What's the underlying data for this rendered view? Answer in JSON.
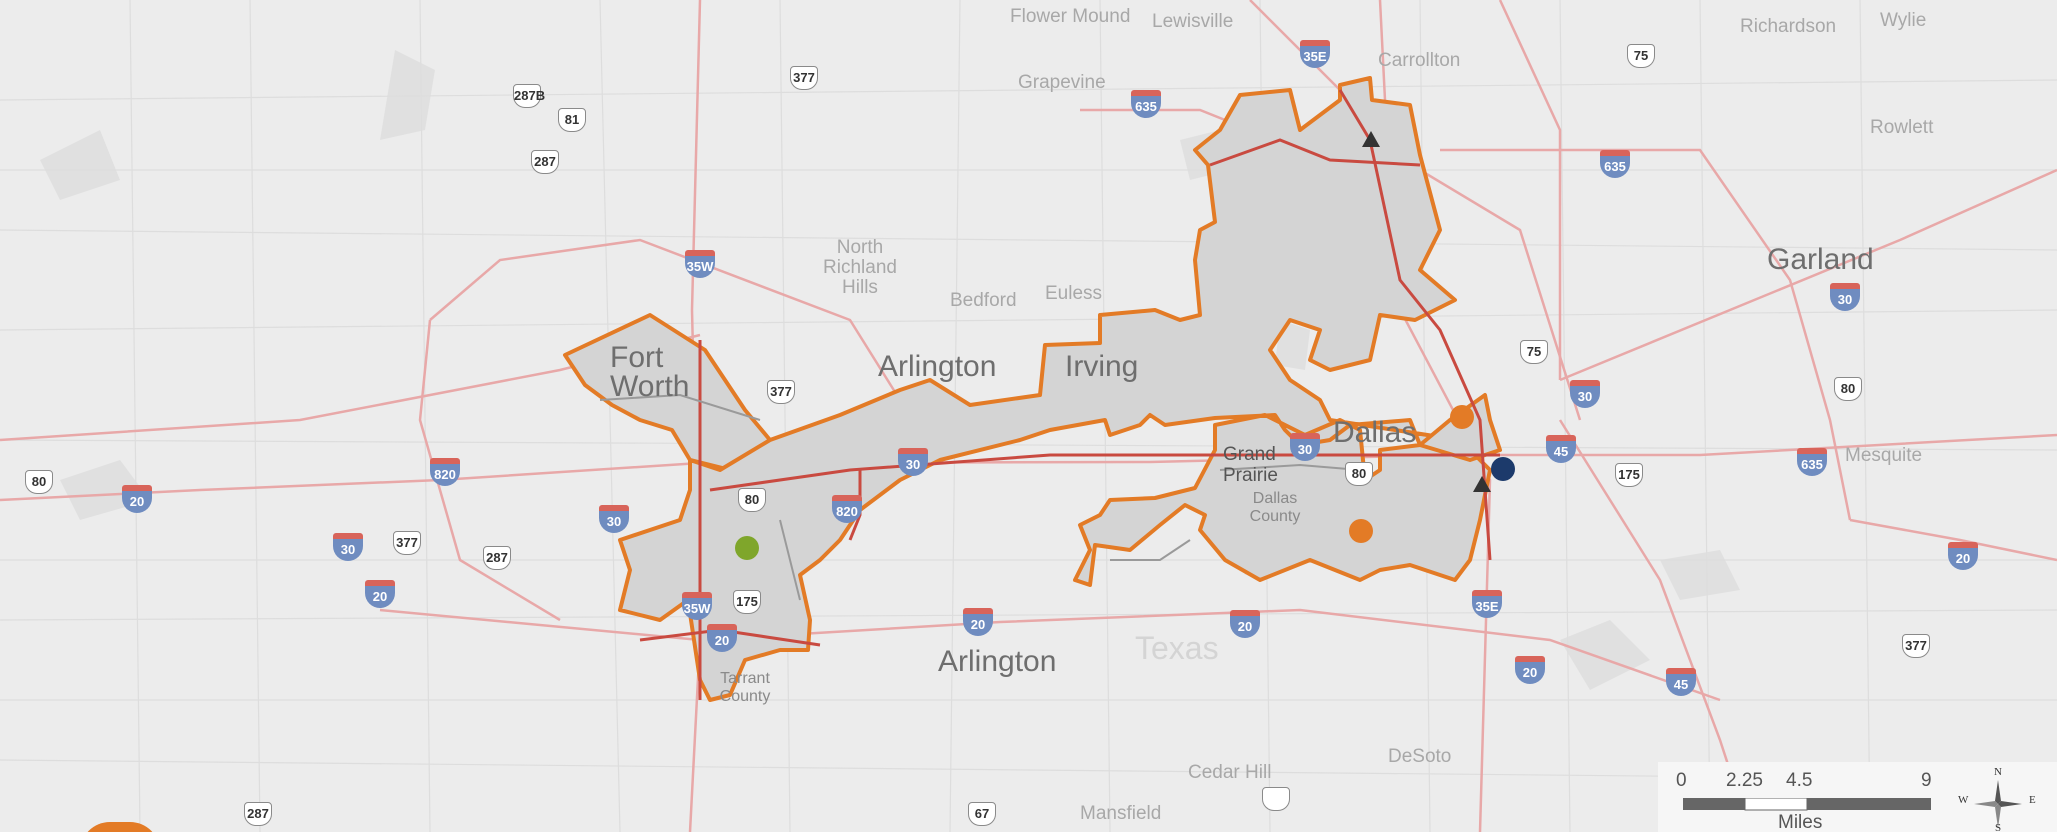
{
  "map": {
    "colors": {
      "land": "#ececec",
      "boundary": "#e37b26",
      "interstate": "#d8645a",
      "shield_blue": "#6f8cc0",
      "marker_orange": "#e37b26",
      "marker_green": "#7fa62b",
      "marker_navy": "#1c3a6b",
      "marker_black": "#333333"
    },
    "places_small": [
      "Flower Mound",
      "Lewisville",
      "Carrollton",
      "Richardson",
      "Wylie",
      "Grapevine",
      "Rowlett",
      "North Richland Hills",
      "Bedford",
      "Euless",
      "Mesquite",
      "Cedar Hill",
      "DeSoto",
      "Mansfield"
    ],
    "places_big": [
      "Fort Worth",
      "Arlington",
      "Irving",
      "Dallas",
      "Garland",
      "Arlington"
    ],
    "grand_prairie": "Grand Prairie",
    "counties": [
      "Dallas County",
      "Tarrant County"
    ],
    "state": "Texas",
    "interstate_shields": [
      "35E",
      "635",
      "635",
      "35W",
      "30",
      "820",
      "30",
      "30",
      "820",
      "30",
      "45",
      "635",
      "20",
      "30",
      "30",
      "20",
      "35W",
      "20",
      "20",
      "20",
      "35E",
      "20",
      "45",
      "20"
    ],
    "us_shields": [
      "377",
      "287B",
      "81",
      "287",
      "75",
      "377",
      "75",
      "80",
      "175",
      "80",
      "80",
      "80",
      "377",
      "287",
      "175",
      "377",
      "287",
      "67"
    ],
    "markers": [
      {
        "type": "circle",
        "color": "orange"
      },
      {
        "type": "circle",
        "color": "orange"
      },
      {
        "type": "circle",
        "color": "green"
      },
      {
        "type": "circle",
        "color": "navy"
      },
      {
        "type": "triangle",
        "color": "black"
      },
      {
        "type": "triangle",
        "color": "black"
      }
    ]
  },
  "scale_bar": {
    "ticks": [
      "0",
      "2.25",
      "4.5",
      "9"
    ],
    "unit": "Miles"
  },
  "compass": {
    "n": "N",
    "s": "S",
    "e": "E",
    "w": "W"
  }
}
